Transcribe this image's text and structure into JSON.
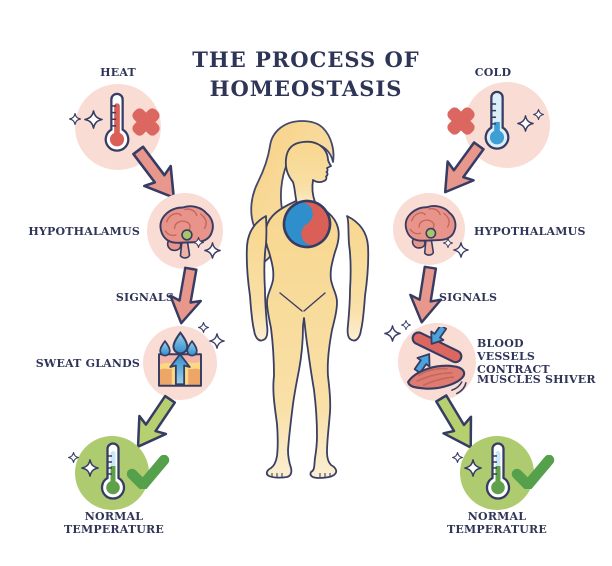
{
  "title": {
    "line1": "THE PROCESS OF",
    "line2": "HOMEOSTASIS"
  },
  "left": {
    "stimulus": "HEAT",
    "hypothalamus": "HYPOTHALAMUS",
    "signals": "SIGNALS",
    "response": "SWEAT GLANDS",
    "result": "NORMAL TEMPERATURE"
  },
  "right": {
    "stimulus": "COLD",
    "hypothalamus": "HYPOTHALAMUS",
    "signals": "SIGNALS",
    "response1": "BLOOD VESSELS CONTRACT",
    "response2": "MUSCLES SHIVER",
    "result": "NORMAL TEMPERATURE"
  },
  "colors": {
    "text_navy": "#2F3557",
    "outline_navy": "#363C63",
    "salmon_arrow": "#E8978D",
    "alert_red_x": "#DB6760",
    "thermo_red": "#D95F57",
    "pink_circle": "#F9DCD3",
    "green_circle": "#AECB6F",
    "green_arrow": "#B7D06F",
    "check_green": "#55A14B",
    "signal_blue": "#3E9FD6",
    "yellow_skin_layer": "#FAD981",
    "orange_skin_layer": "#EDA568",
    "skin_tone": "#F8D78E",
    "brain_fill": "#E8948A",
    "hypothalamus_dot_green": "#A8C665"
  }
}
